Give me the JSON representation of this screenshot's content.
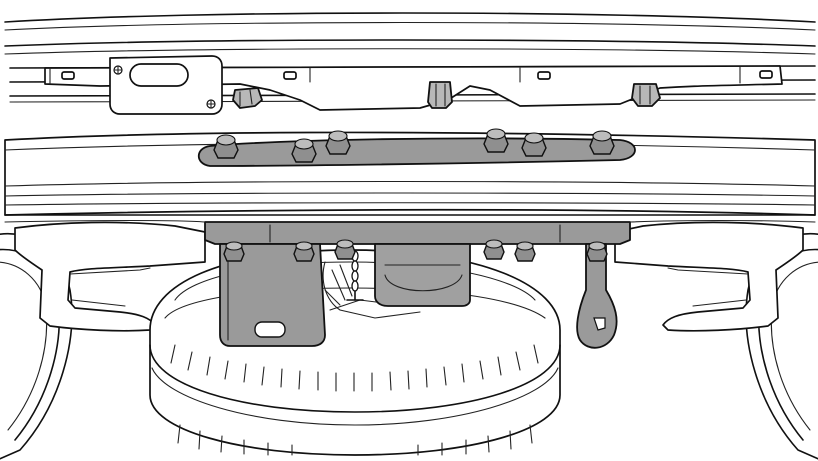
{
  "colors": {
    "line": "#111111",
    "background": "#ffffff",
    "bracket_fill": "#9a9a9a",
    "bolt_fill": "#8f8f8f",
    "bolt_top": "#bdbdbd",
    "clip_fill": "#b8b8b8",
    "tire_fill": "#ffffff"
  },
  "components": [
    "rear-bumper-beam",
    "bolt-plate",
    "spare-tire-carrier-plate",
    "spare-tire",
    "tire-hoist-chain",
    "left-bracket",
    "right-hook-bracket",
    "retaining-clips",
    "suspension-arms",
    "rear-wheels"
  ]
}
